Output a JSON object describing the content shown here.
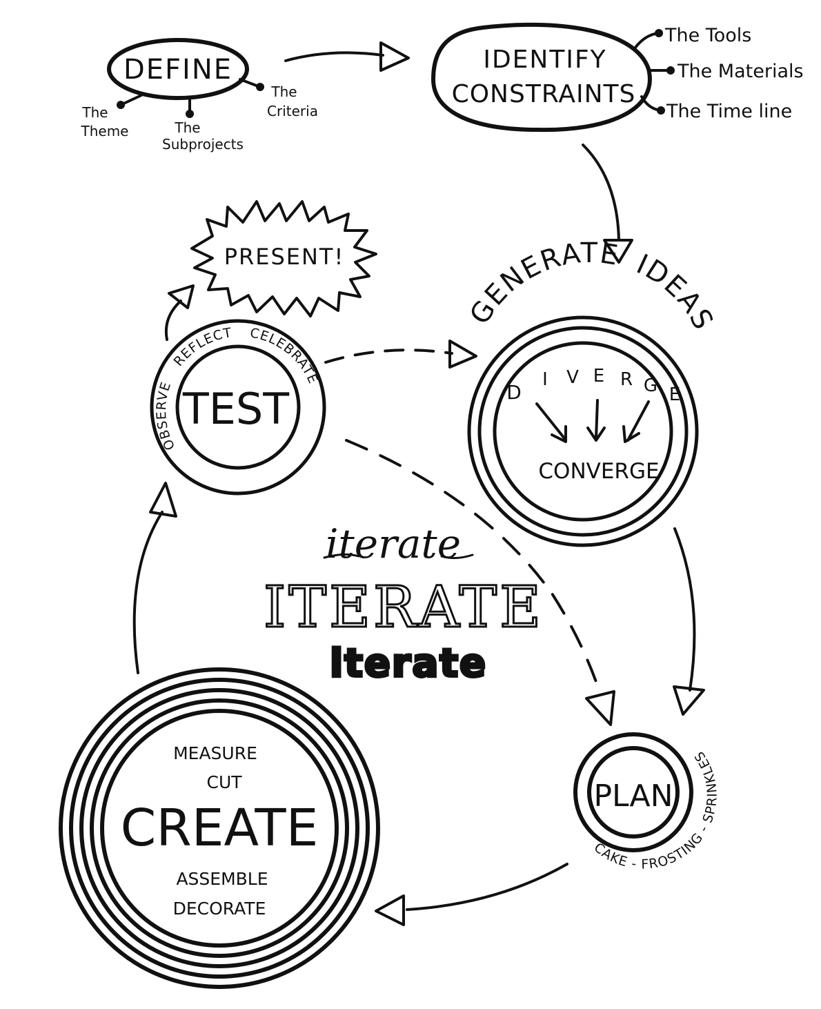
{
  "colors": {
    "ink": "#111111",
    "paper": "#ffffff"
  },
  "define": {
    "title": "DEFINE",
    "branches": [
      [
        "The",
        "Theme"
      ],
      [
        "The",
        "Subprojects"
      ],
      [
        "The",
        "Criteria"
      ]
    ]
  },
  "constraints": {
    "title_line1": "IDENTIFY",
    "title_line2": "CONSTRAINTS",
    "branches": [
      "The Tools",
      "The Materials",
      "The Time line"
    ]
  },
  "present": {
    "label": "PRESENT!"
  },
  "test": {
    "label": "TEST",
    "ring_words": [
      "OBSERVE",
      "REFLECT",
      "CELEBRATE"
    ]
  },
  "ideas": {
    "arc_left": "GENERATE",
    "arc_right": "IDEAS",
    "diverge_letters": [
      "D",
      "I",
      "V",
      "E",
      "R",
      "G",
      "E"
    ],
    "converge": "CONVERGE"
  },
  "iterate": {
    "script": "iterate",
    "caps": "ITERATE",
    "bubble": "iterate"
  },
  "create": {
    "label": "CREATE",
    "steps_above": [
      "MEASURE",
      "CUT"
    ],
    "steps_below": [
      "ASSEMBLE",
      "DECORATE"
    ]
  },
  "plan": {
    "label": "PLAN",
    "ring_text": "CAKE - FROSTING - SPRINKLES"
  }
}
